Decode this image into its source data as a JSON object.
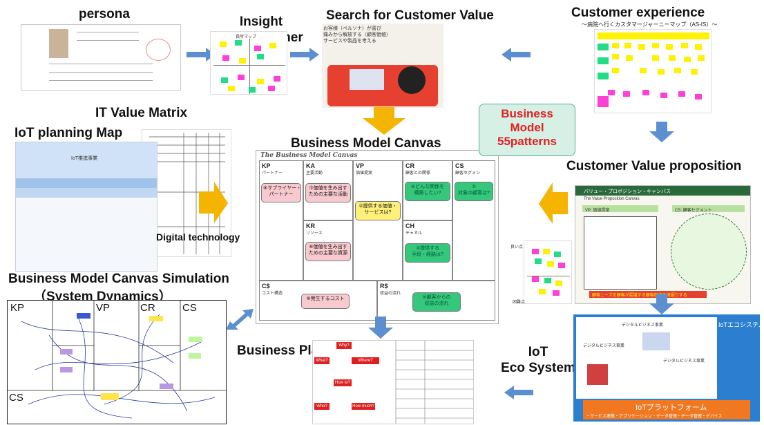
{
  "labels": {
    "persona": "persona",
    "insight": "Insight\nof customer",
    "search_value": "Search for Customer Value",
    "customer_experience": "Customer experience",
    "customer_experience_sub": "～病院へ行くカスタマージャーニーマップ（AS-IS）～",
    "it_value_matrix": "IT Value Matrix",
    "iot_planning_map": "IoT planning Map",
    "business_model_canvas": "Business Model Canvas",
    "customer_value_proposition": "Customer Value proposition",
    "digital_technology": "Digital technology",
    "bmc_simulation": "Business Model Canvas Simulation",
    "system_dynamics": "（System Dynamics）",
    "business_plan": "Business Plan",
    "iot_eco_system": "IoT\nEco System"
  },
  "callout": {
    "text": "Business\nModel\n55patterns",
    "color": "#e02020"
  },
  "thumbs": {
    "insight_caption": "長所マップ",
    "search_caption_1": "お客様（ペルソナ）が喜び",
    "search_caption_2": "痛みから解放する（顧客価値）",
    "search_caption_3": "サービスや製品を考える",
    "vpc_title": "バリュー・プロポジション・キャンバス",
    "vpc_en": "The Value Proposition Canvas",
    "vpc_vp": "VP: 価値提案",
    "vpc_cs": "CS: 顧客セグメント",
    "vpc_bottom": "顧客ニーズを顧客が認識する顧客価値を深掘りする",
    "iot_eco_title": "IoTエコシステム",
    "iot_platform": "IoTプラットフォーム",
    "iot_platform_sub": "・サービス連携・アプリケーション・データ管理・データ管理・デバイス",
    "digital_biz_1": "デジタルビジネス事業",
    "digital_biz_2": "デジタルビジネス事業",
    "digital_biz_3": "デジタルビジネス事業",
    "iot_map_header": "IoT推進事業",
    "plan_q1": "Why?",
    "plan_q2": "What?",
    "plan_q3": "Where? When?",
    "plan_q4": "How to?",
    "plan_q5": "How much?",
    "plan_q6": "Who?",
    "sim_vp": "VP",
    "sim_kp": "KP",
    "sim_cr": "CR",
    "sim_cs": "CS",
    "sim_cs2": "CS"
  },
  "bmc": {
    "title": "The Business Model Canvas",
    "kp_code": "KP",
    "kp_sub": "パートナー",
    "kp_note": "⑧サプライヤー・\nパートナー",
    "ka_code": "KA",
    "ka_sub": "主要活動",
    "ka_note": "⑦価値を生み出す\nための主要な活動",
    "vp_code": "VP",
    "vp_sub": "価値提案",
    "vp_note": "②提供する価値・\nサービスは?",
    "cr_code": "CR",
    "cr_sub": "顧客との関係",
    "cr_note": "④どんな関係を\n構築したい?",
    "cs_code": "CS",
    "cs_sub": "顧客セグメン",
    "cs_note": "①\n対象の顧客は?",
    "kr_code": "KR",
    "kr_sub": "リソース",
    "kr_note": "⑥価値を生み出す\nための主要な資源",
    "ch_code": "CH",
    "ch_sub": "チャネル",
    "ch_note": "③提供する\n手段・経路は?",
    "c_code": "C$",
    "c_sub": "コスト構造",
    "c_note": "⑨発生するコスト",
    "r_code": "R$",
    "r_sub": "収益の流れ",
    "r_note": "⑤顧客からの\n収益の流れ"
  },
  "colors": {
    "arrow_blue": "#5b8fd0",
    "arrow_orange": "#f5b400",
    "sticky_pink": "#ff3fd6",
    "sticky_yellow": "#fff200",
    "sticky_green": "#22dd88"
  }
}
